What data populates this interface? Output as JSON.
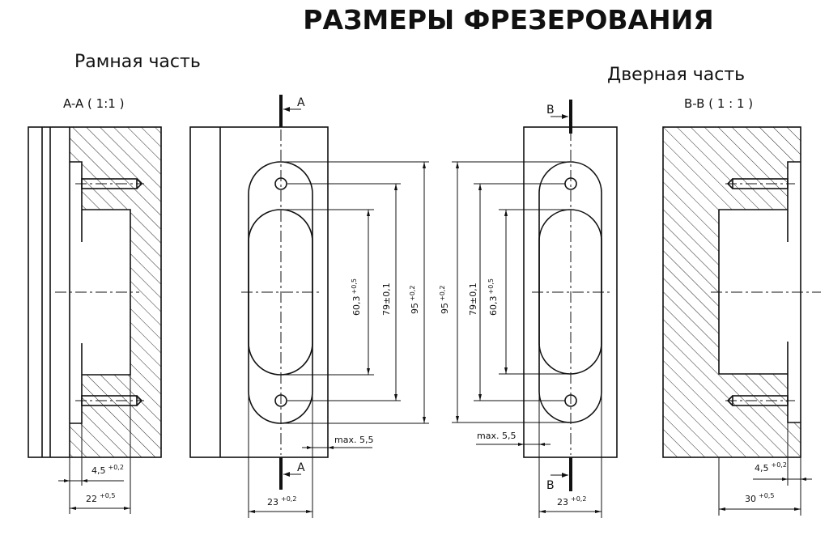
{
  "title": "РАЗМЕРЫ ФРЕЗЕРОВАНИЯ",
  "frame_part": {
    "label": "Рамная часть",
    "section_label": "A-A ( 1:1 )",
    "section_marker": "A",
    "dims": {
      "recess_depth": "4,5",
      "recess_depth_tol": "+0,2",
      "pocket_depth": "22",
      "pocket_depth_tol": "+0,5",
      "width": "23",
      "width_tol": "+0,2",
      "offset": "max. 5,5"
    }
  },
  "door_part": {
    "label": "Дверная часть",
    "section_label": "B-B ( 1 : 1 )",
    "section_marker": "B",
    "dims": {
      "recess_depth": "4,5",
      "recess_depth_tol": "+0,2",
      "pocket_depth": "30",
      "pocket_depth_tol": "+0,5",
      "width": "23",
      "width_tol": "+0,2",
      "offset": "max. 5,5"
    }
  },
  "vertical_dims": {
    "slot": "60,3",
    "slot_tol": "+0,5",
    "holes": "79±0,1",
    "overall": "95",
    "overall_tol": "+0,2"
  }
}
